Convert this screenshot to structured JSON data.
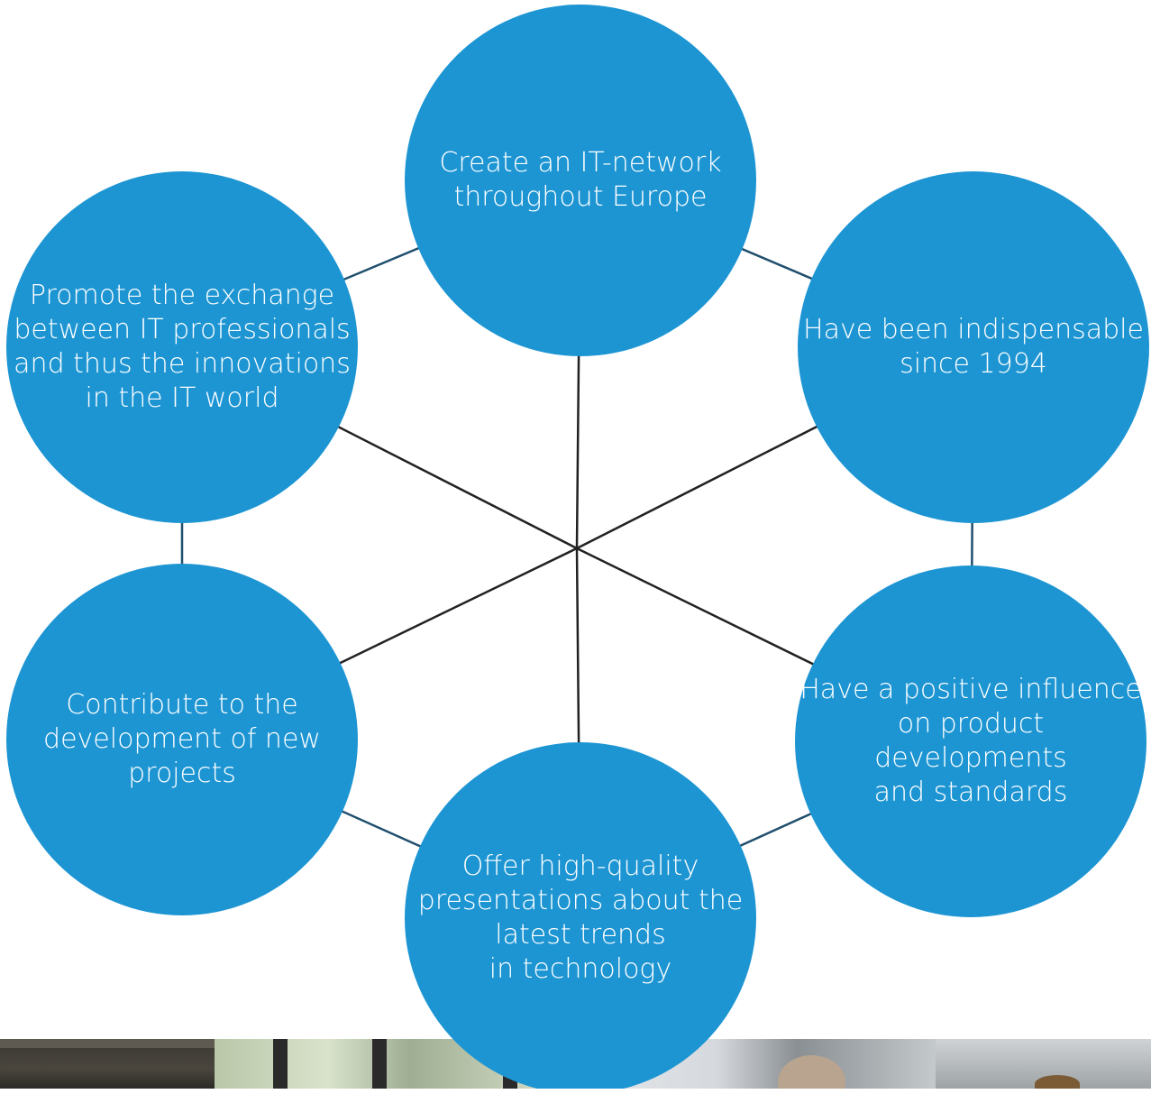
{
  "colors": {
    "node_fill": "#1d95d3",
    "node_text": "#ffffff",
    "center_spoke": "#222222",
    "rim_connector": "#1f4f6e"
  },
  "diagram": {
    "nodes": [
      {
        "id": "top",
        "label": "Create an IT-network\nthroughout Europe"
      },
      {
        "id": "upper-right",
        "label": "Have been indispensable\nsince 1994"
      },
      {
        "id": "lower-right",
        "label": "Have a positive influence\non product developments\nand standards"
      },
      {
        "id": "bottom",
        "label": "Offer high-quality\npresentations about the\nlatest trends\nin technology"
      },
      {
        "id": "lower-left",
        "label": "Contribute to the\ndevelopment of new\nprojects"
      },
      {
        "id": "upper-left",
        "label": "Promote the exchange\nbetween IT professionals\nand thus the innovations\nin the IT world"
      }
    ]
  }
}
